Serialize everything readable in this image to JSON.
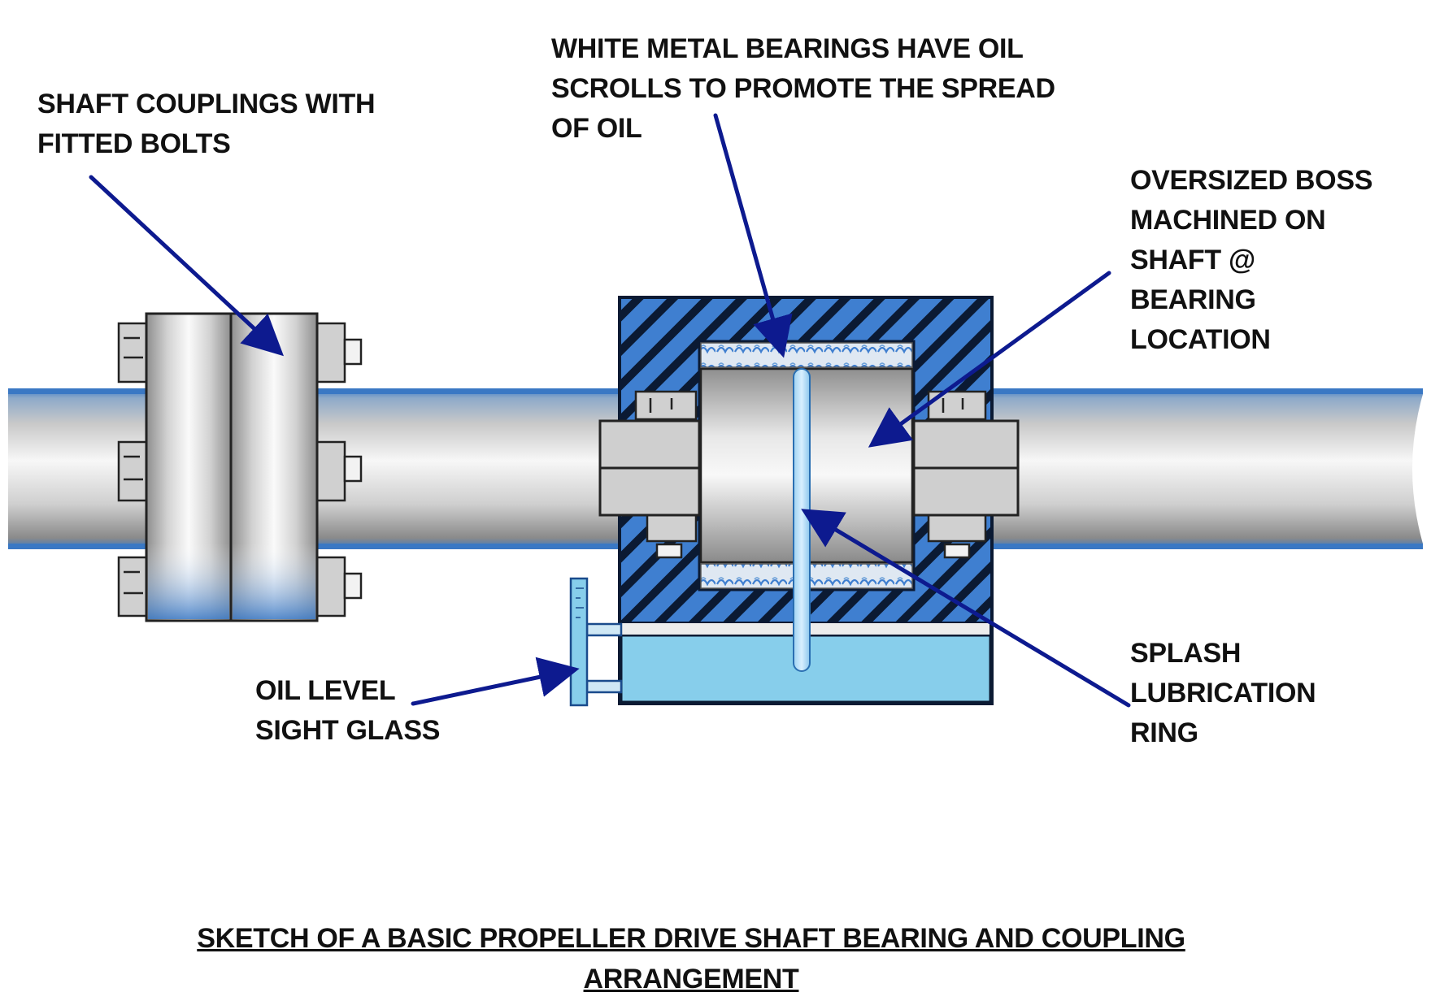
{
  "labels": {
    "couplings": [
      "SHAFT COUPLINGS WITH",
      "FITTED BOLTS"
    ],
    "bearings": [
      "WHITE METAL BEARINGS HAVE OIL",
      "SCROLLS TO PROMOTE THE SPREAD",
      "OF OIL"
    ],
    "boss": [
      "OVERSIZED BOSS",
      "MACHINED ON",
      "SHAFT @",
      "BEARING",
      "LOCATION"
    ],
    "sight_glass": [
      "OIL LEVEL",
      "SIGHT GLASS"
    ],
    "splash_ring": [
      "SPLASH",
      "LUBRICATION",
      "RING"
    ]
  },
  "title": [
    "SKETCH OF A BASIC PROPELLER DRIVE SHAFT BEARING AND COUPLING",
    "ARRANGEMENT"
  ],
  "colors": {
    "housing": "#3f7fd0",
    "hatch": "#0b1a33",
    "oil": "#87ceeb",
    "arrow": "#0d1a8f",
    "steel_light": "#f5f5f5",
    "steel_dark": "#8c8c8c"
  }
}
